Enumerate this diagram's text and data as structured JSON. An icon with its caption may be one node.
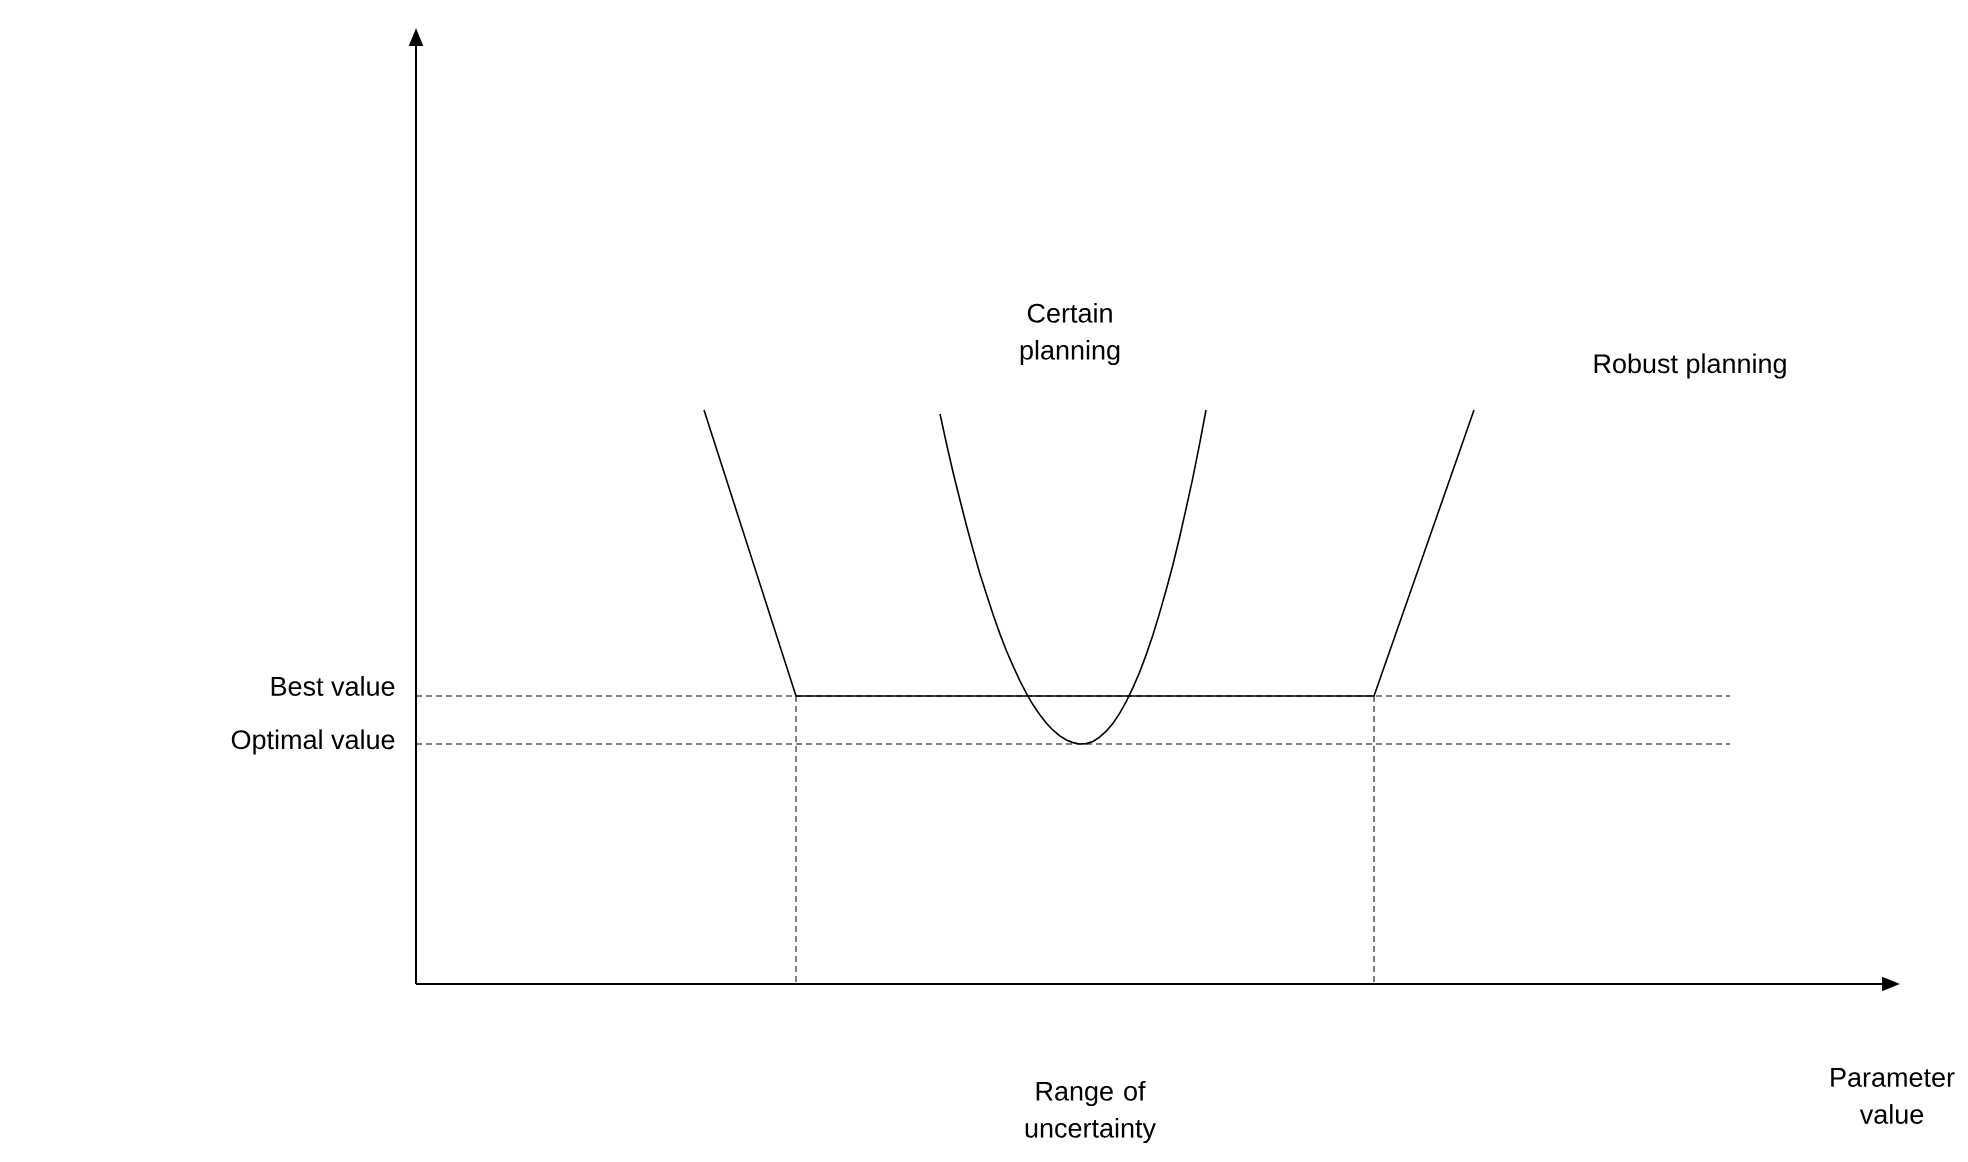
{
  "diagram": {
    "labels": [
      "Certain planning",
      "Robust planning",
      "Best value",
      "Optimal value",
      "Parameter value",
      "Range of uncertainty"
    ]
  }
}
